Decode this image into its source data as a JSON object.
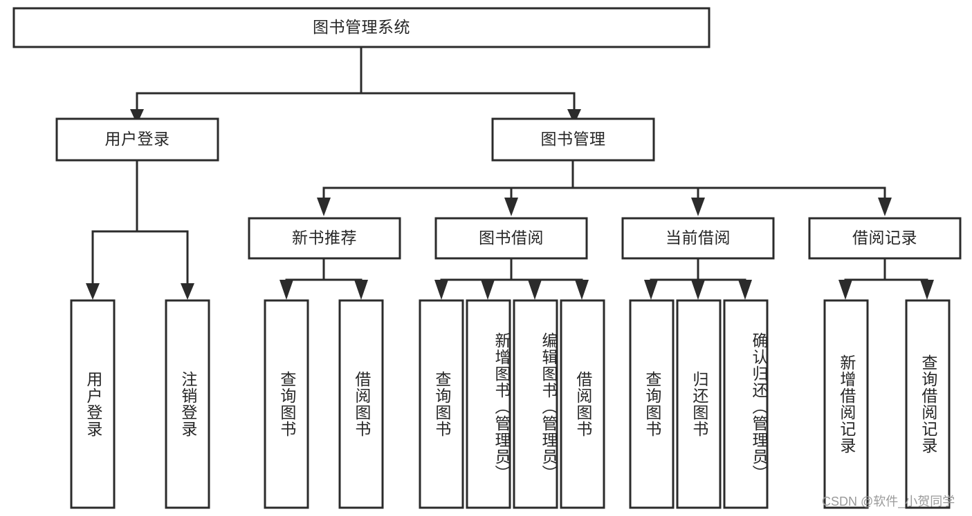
{
  "diagram": {
    "title_node": {
      "label": "图书管理系统"
    },
    "level2": [
      {
        "id": "user-login",
        "label": "用户登录"
      },
      {
        "id": "book-management",
        "label": "图书管理"
      }
    ],
    "level3": [
      {
        "id": "new-book-recommend",
        "label": "新书推荐"
      },
      {
        "id": "book-borrow",
        "label": "图书借阅"
      },
      {
        "id": "current-borrow",
        "label": "当前借阅"
      },
      {
        "id": "borrow-record",
        "label": "借阅记录"
      }
    ],
    "leaves": {
      "user_login": [
        {
          "id": "leaf-user-login",
          "label": "用户登录"
        },
        {
          "id": "leaf-logout-login",
          "label": "注销登录"
        }
      ],
      "new_book_recommend": [
        {
          "id": "leaf-query-book-1",
          "label": "查询图书"
        },
        {
          "id": "leaf-borrow-book-1",
          "label": "借阅图书"
        }
      ],
      "book_borrow": [
        {
          "id": "leaf-query-book-2",
          "label": "查询图书"
        },
        {
          "id": "leaf-add-book",
          "label": "新增图书（管理员）"
        },
        {
          "id": "leaf-edit-book",
          "label": "编辑图书（管理员）"
        },
        {
          "id": "leaf-borrow-book-2",
          "label": "借阅图书"
        }
      ],
      "current_borrow": [
        {
          "id": "leaf-query-book-3",
          "label": "查询图书"
        },
        {
          "id": "leaf-return-book",
          "label": "归还图书"
        },
        {
          "id": "leaf-confirm-return",
          "label": "确认归还（管理员）"
        }
      ],
      "borrow_record": [
        {
          "id": "leaf-add-borrow-record",
          "label": "新增借阅记录"
        },
        {
          "id": "leaf-query-borrow-record",
          "label": "查询借阅记录"
        }
      ]
    }
  },
  "watermark": {
    "text": "CSDN @软件_小贺同学"
  },
  "colors": {
    "stroke": "#2b2b2b",
    "fill": "#ffffff",
    "text": "#262626",
    "watermark": "#9a9a9a"
  }
}
